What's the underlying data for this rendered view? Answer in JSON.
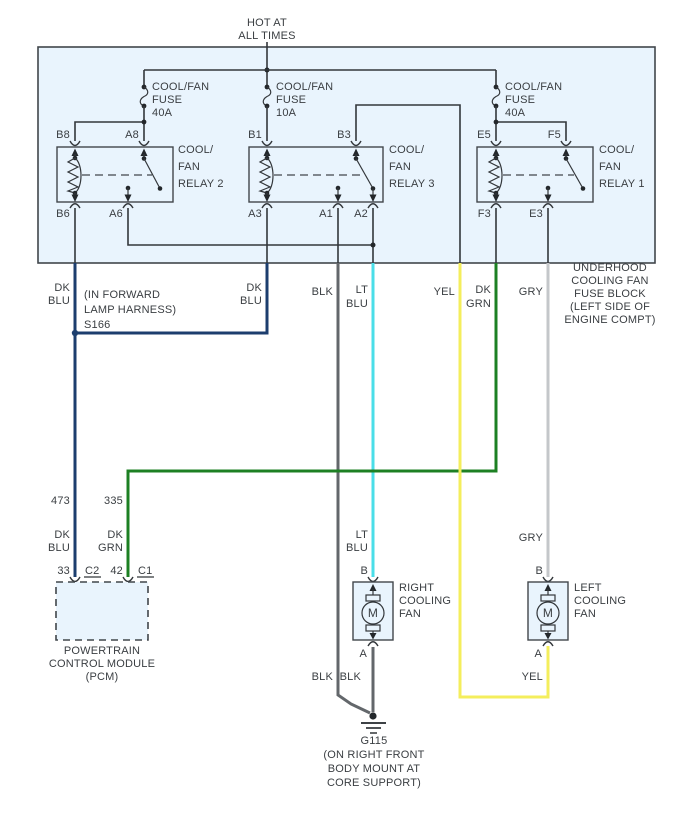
{
  "power_feed": {
    "label": [
      "HOT AT",
      "ALL TIMES"
    ]
  },
  "fuse_block": {
    "note": [
      "UNDERHOOD",
      "COOLING FAN",
      "FUSE BLOCK",
      "(LEFT SIDE OF",
      "ENGINE COMPT)"
    ],
    "fuses": [
      {
        "label": [
          "COOL/FAN",
          "FUSE",
          "40A"
        ]
      },
      {
        "label": [
          "COOL/FAN",
          "FUSE",
          "10A"
        ]
      },
      {
        "label": [
          "COOL/FAN",
          "FUSE",
          "40A"
        ]
      }
    ],
    "relays": [
      {
        "label": [
          "COOL/",
          "FAN",
          "RELAY 2"
        ],
        "top_pins": [
          "B8",
          "A8"
        ],
        "bottom_pins": [
          "B6",
          "A6"
        ]
      },
      {
        "label": [
          "COOL/",
          "FAN",
          "RELAY 3"
        ],
        "top_pins": [
          "B1",
          "B3"
        ],
        "bottom_pins": [
          "A3",
          "A1",
          "A2"
        ]
      },
      {
        "label": [
          "COOL/",
          "FAN",
          "RELAY 1"
        ],
        "top_pins": [
          "E5",
          "F5"
        ],
        "bottom_pins": [
          "F3",
          "E3"
        ]
      }
    ]
  },
  "wires": {
    "b6_color": [
      "DK",
      "BLU"
    ],
    "splice_note": [
      "(IN FORWARD",
      "LAMP HARNESS)",
      "S166"
    ],
    "a3_color": [
      "DK",
      "BLU"
    ],
    "a1_color": "BLK",
    "a2_color": [
      "LT",
      "BLU"
    ],
    "b3_color": "YEL",
    "f3_color": [
      "DK",
      "GRN"
    ],
    "e3_color": "GRY",
    "circuit_473": "473",
    "circuit_335": "335",
    "pcm33_color": [
      "DK",
      "BLU"
    ],
    "pcm42_color": [
      "DK",
      "GRN"
    ],
    "rfan_b_color": [
      "LT",
      "BLU"
    ],
    "lfan_b_color": "GRY",
    "gnd_left_color": "BLK",
    "rfan_a_color": "BLK",
    "lfan_a_color": "YEL"
  },
  "pcm": {
    "pin1": "33",
    "conn1": "C2",
    "pin2": "42",
    "conn2": "C1",
    "name": [
      "POWERTRAIN",
      "CONTROL MODULE",
      "(PCM)"
    ]
  },
  "fans": {
    "right": {
      "pin_top": "B",
      "pin_bottom": "A",
      "motor": "M",
      "name": [
        "RIGHT",
        "COOLING",
        "FAN"
      ]
    },
    "left": {
      "pin_top": "B",
      "pin_bottom": "A",
      "motor": "M",
      "name": [
        "LEFT",
        "COOLING",
        "FAN"
      ]
    }
  },
  "ground": {
    "id": "G115",
    "note": [
      "(ON RIGHT FRONT",
      "BODY MOUNT AT",
      "CORE SUPPORT)"
    ]
  },
  "colors": {
    "dk_blu": "#1c3e6e",
    "blk": "#63676b",
    "lt_blu": "#4adee8",
    "yel": "#f4ee5c",
    "dk_grn": "#1d8023",
    "gry": "#c4c7ca",
    "block_fill": "#e9f4fd",
    "line": "#33373b"
  }
}
